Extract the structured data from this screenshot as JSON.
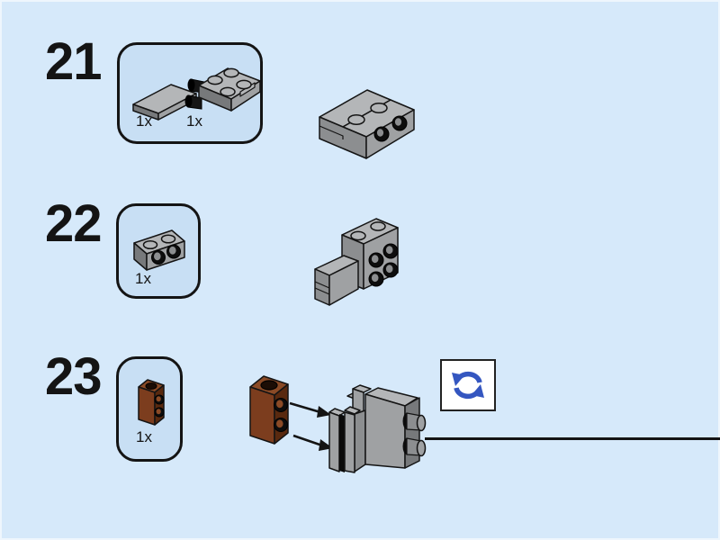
{
  "colors": {
    "bg": "#d6e9fa",
    "page_edge": "#eef6fd",
    "box_fill": "#c8dff4",
    "ink": "#141414",
    "gray_top": "#b4b6b8",
    "gray_light": "#9fa1a3",
    "gray_mid": "#8c8e90",
    "gray_dark": "#77797b",
    "brown_top": "#8a4a26",
    "brown_light": "#7c3d1e",
    "brown_dark": "#59290f",
    "rotate_blue": "#3456c0",
    "icon_bg": "#ffffff"
  },
  "icons": {
    "rotate_view": "two-curved-arrows-circle"
  },
  "steps": [
    {
      "number": "21",
      "parts": [
        {
          "piece": "tile-1x2-gray",
          "count": "1x"
        },
        {
          "piece": "plate-2x2-with-side-studs-gray",
          "count": "1x"
        }
      ],
      "figure": "subassembly-after-step-21"
    },
    {
      "number": "22",
      "parts": [
        {
          "piece": "brick-1x2-with-side-studs-gray",
          "count": "1x"
        }
      ],
      "figure": "subassembly-after-step-22"
    },
    {
      "number": "23",
      "parts": [
        {
          "piece": "brick-1x1-with-side-studs-brown",
          "count": "1x"
        }
      ],
      "figure": "brown-brick-attached-to-rotated-subassembly",
      "icons": [
        "rotate-view"
      ]
    }
  ]
}
